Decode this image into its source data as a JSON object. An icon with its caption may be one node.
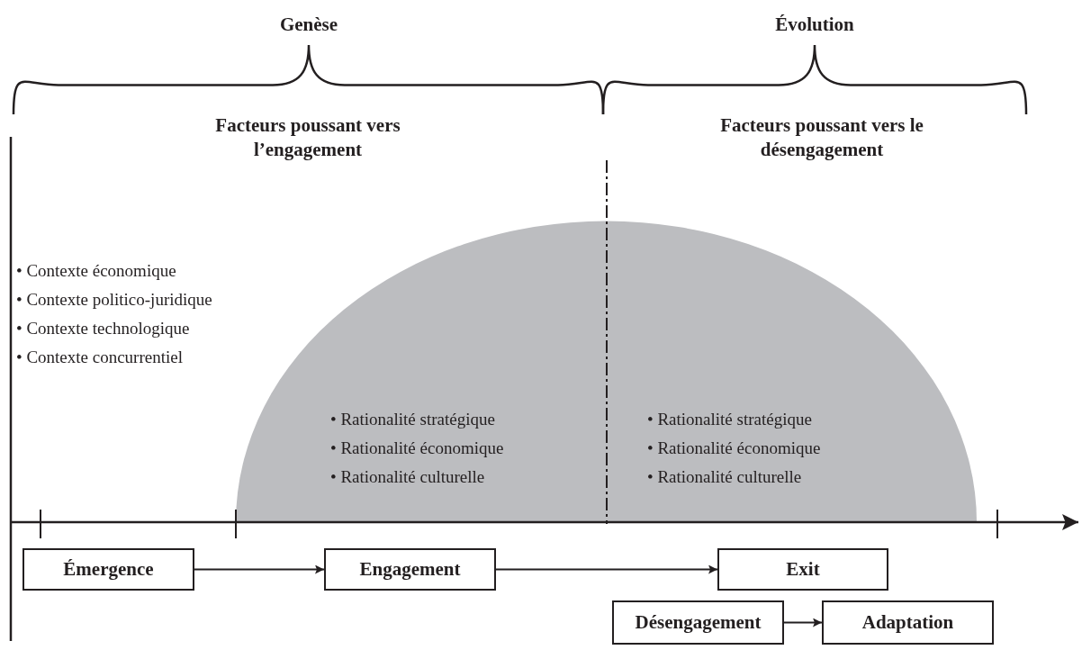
{
  "diagram": {
    "nodes": [
      {
        "text": [
          "Émergence"
        ]
      },
      {
        "text": [
          "Engagement"
        ]
      },
      {
        "text": [
          "Exit"
        ]
      },
      {
        "text": [
          "Désengagement"
        ]
      },
      {
        "text": [
          "Adaptation"
        ]
      }
    ],
    "edges": [
      {
        "from": 0,
        "to": 1,
        "arrow": "to"
      },
      {
        "from": 1,
        "to": 2,
        "arrow": "to"
      },
      {
        "from": 3,
        "to": 4,
        "arrow": "to"
      }
    ],
    "labels": [
      "Genèse",
      "Évolution",
      "Facteurs poussant vers l’engagement",
      "Facteurs poussant vers le désengagement",
      "• Contexte économique",
      "• Contexte politico-juridique",
      "• Contexte technologique",
      "• Contexte concurrentiel",
      "• Rationalité stratégique",
      "• Rationalité économique",
      "• Rationalité culturelle",
      "• Rationalité stratégique",
      "• Rationalité économique",
      "• Rationalité culturelle"
    ]
  }
}
